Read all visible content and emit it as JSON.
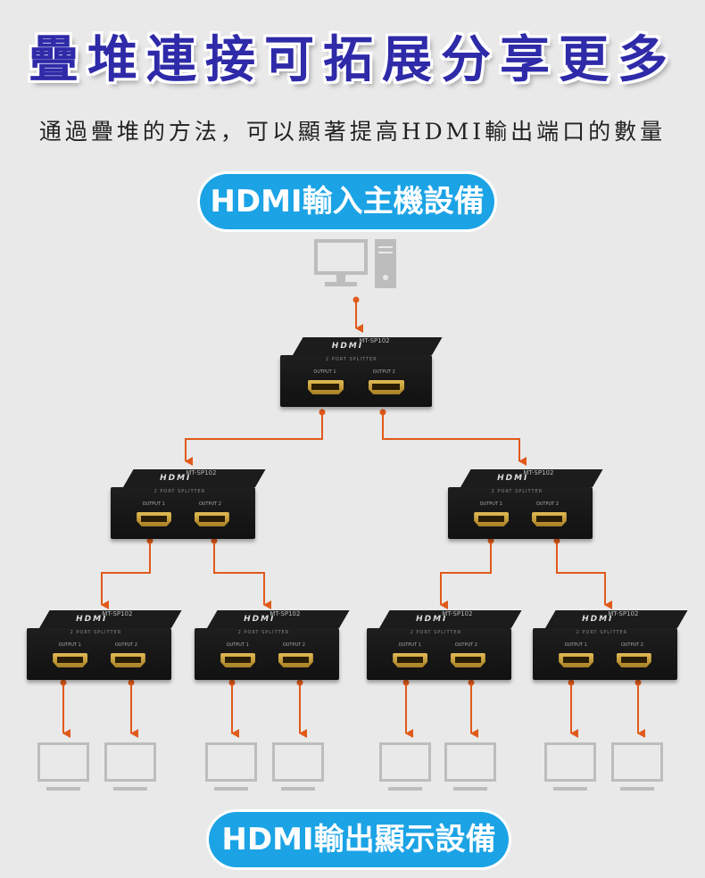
{
  "title": "疊堆連接可拓展分享更多",
  "subtitle": "通過疊堆的方法，可以顯著提高HDMI輸出端口的數量",
  "input_label": "HDMI輸入主機設備",
  "output_label": "HDMI輸出顯示設備",
  "splitter": {
    "logo": "HDMI",
    "model": "MT-SP102",
    "subtitle": "2 PORT SPLITTER",
    "output1": "OUTPUT 1",
    "output2": "OUTPUT 2"
  },
  "colors": {
    "title": "#2e2aa8",
    "pill": "#1ba3e5",
    "arrow": "#e05a1a",
    "icon_gray": "#bdbdbd",
    "background": "#e9e9e9"
  },
  "icons": {
    "host": "desktop-computer-icon",
    "display": "monitor-icon"
  }
}
